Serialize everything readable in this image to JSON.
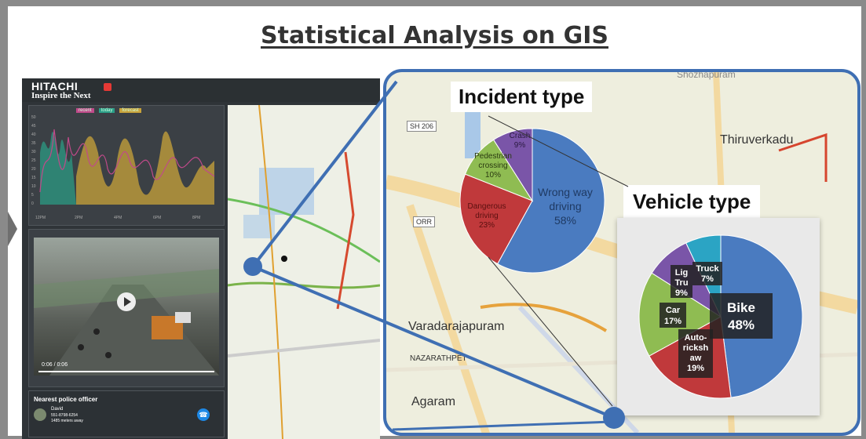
{
  "title": "Statistical Analysis on GIS",
  "dashboard": {
    "brand": "HITACHI",
    "tagline": "Inspire the Next",
    "chart": {
      "legend": [
        "recent",
        "today",
        "forecast"
      ],
      "y_ticks": [
        "50",
        "45",
        "40",
        "35",
        "30",
        "25",
        "20",
        "15",
        "10",
        "5",
        "0"
      ],
      "x_ticks": [
        "12PM",
        "2PM",
        "4PM",
        "6PM",
        "8PM"
      ]
    },
    "video": {
      "time": "0:06 / 0:06"
    },
    "officer": {
      "heading": "Nearest police officer",
      "name": "David",
      "phone": "551-8798-6254",
      "distance": "1485 meters away"
    }
  },
  "map": {
    "places": [
      "Thiruverkadu",
      "Varadarajapuram",
      "NAZARATHPET",
      "Agaram",
      "Shozhapuram"
    ],
    "roads": [
      "SH 206",
      "ORR"
    ]
  },
  "incident": {
    "label": "Incident type",
    "slices": [
      {
        "label": "Wrong way driving",
        "line1": "Wrong way",
        "line2": "driving",
        "pct": "58%",
        "value": 58,
        "color": "#4a7bc0"
      },
      {
        "label": "Dangerous driving",
        "line1": "Dangerous",
        "line2": "driving",
        "pct": "23%",
        "value": 23,
        "color": "#c0393b"
      },
      {
        "label": "Pedestrian crossing",
        "line1": "Pedestrian",
        "line2": "crossing",
        "pct": "10%",
        "value": 10,
        "color": "#8fbc52"
      },
      {
        "label": "Crash",
        "line1": "Crash",
        "line2": "",
        "pct": "9%",
        "value": 9,
        "color": "#7a55a8"
      }
    ]
  },
  "vehicle": {
    "label": "Vehicle type",
    "slices": [
      {
        "label": "Bike",
        "pct": "48%",
        "value": 48,
        "color": "#4a7bc0"
      },
      {
        "label": "Auto-rickshaw",
        "pct": "19%",
        "value": 19,
        "color": "#c0393b"
      },
      {
        "label": "Car",
        "pct": "17%",
        "value": 17,
        "color": "#8fbc52"
      },
      {
        "label": "Light Truck",
        "pct": "9%",
        "value": 9,
        "color": "#7a55a8"
      },
      {
        "label": "Truck",
        "pct": "7%",
        "value": 7,
        "color": "#2ba4c4"
      }
    ],
    "texts": {
      "bike": [
        "Bike",
        "48%"
      ],
      "auto": [
        "Auto-",
        "ricksh",
        "aw",
        "19%"
      ],
      "car": [
        "Car",
        "17%"
      ],
      "light": [
        "Lig",
        "Tru",
        "9%"
      ],
      "truck": [
        "Truck",
        "7%"
      ]
    }
  }
}
